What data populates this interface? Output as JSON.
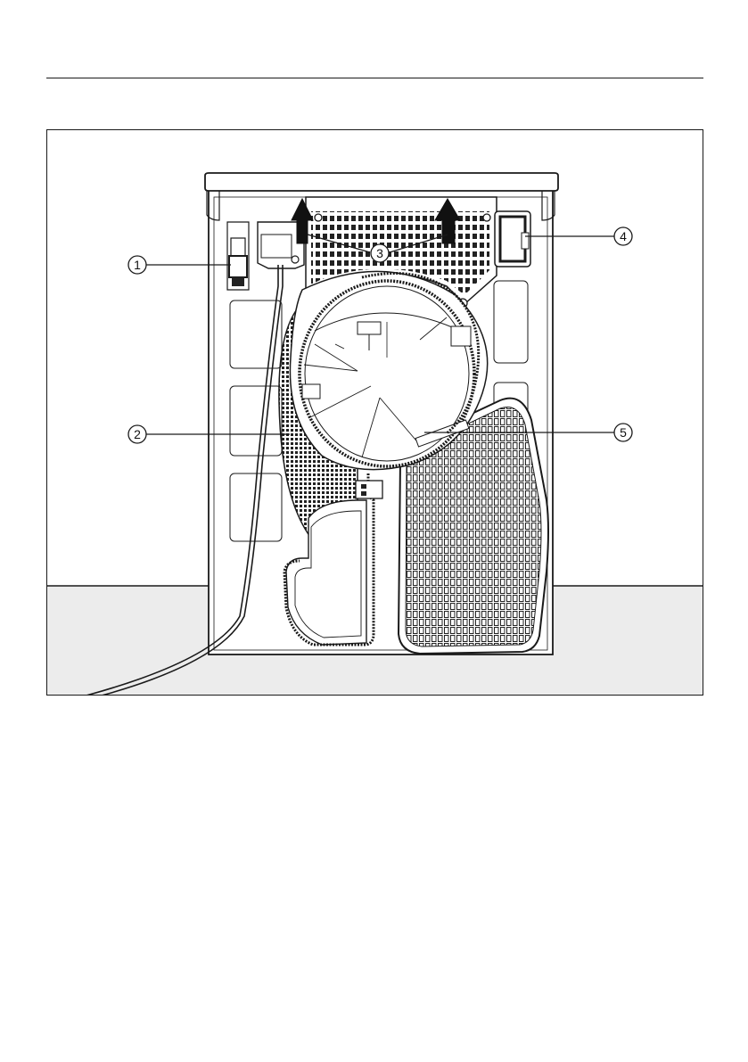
{
  "figure": {
    "callouts": [
      {
        "id": "1",
        "label": "1"
      },
      {
        "id": "2",
        "label": "2"
      },
      {
        "id": "3",
        "label": "3"
      },
      {
        "id": "4",
        "label": "4"
      },
      {
        "id": "5",
        "label": "5"
      }
    ]
  }
}
